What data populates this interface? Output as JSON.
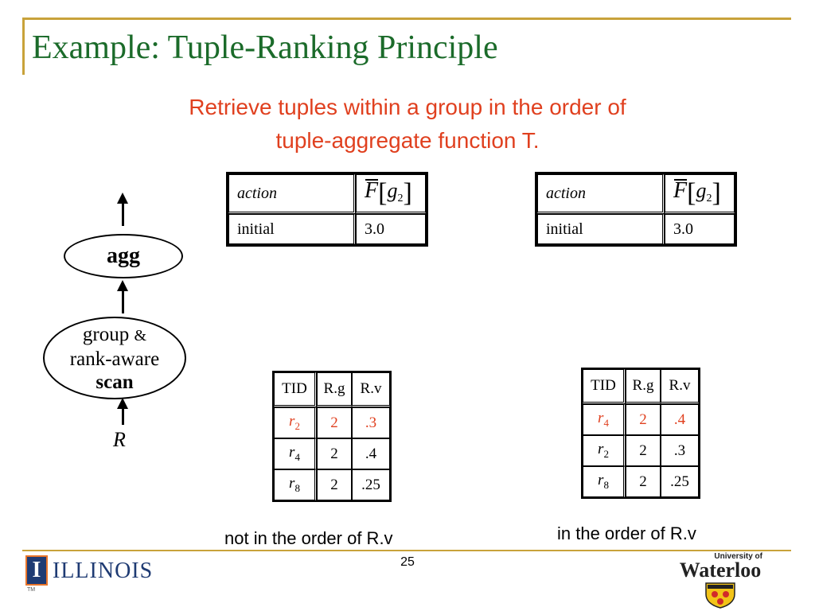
{
  "slide": {
    "title": "Example: Tuple-Ranking Principle",
    "subtitle_line1": "Retrieve tuples within a group in the order of",
    "subtitle_line2": "tuple-aggregate function T.",
    "page_number": "25"
  },
  "operator_tree": {
    "agg_label": "agg",
    "scan_line1": "group",
    "scan_amp": "&",
    "scan_line2": "rank-aware",
    "scan_line3": "scan",
    "input_label": "R"
  },
  "left": {
    "action_header": "action",
    "f_symbol": "F",
    "g_symbol": "g",
    "g_sub": "2",
    "action_value": "initial",
    "f_value": "3.0",
    "tuple_headers": [
      "TID",
      "R.g",
      "R.v"
    ],
    "rows": [
      {
        "tid": "r",
        "sub": "2",
        "g": "2",
        "v": ".3"
      },
      {
        "tid": "r",
        "sub": "4",
        "g": "2",
        "v": ".4"
      },
      {
        "tid": "r",
        "sub": "8",
        "g": "2",
        "v": ".25"
      }
    ],
    "caption": "not in the order of R.v"
  },
  "right": {
    "action_header": "action",
    "f_symbol": "F",
    "g_symbol": "g",
    "g_sub": "2",
    "action_value": "initial",
    "f_value": "3.0",
    "tuple_headers": [
      "TID",
      "R.g",
      "R.v"
    ],
    "rows": [
      {
        "tid": "r",
        "sub": "4",
        "g": "2",
        "v": ".4"
      },
      {
        "tid": "r",
        "sub": "2",
        "g": "2",
        "v": ".3"
      },
      {
        "tid": "r",
        "sub": "8",
        "g": "2",
        "v": ".25"
      }
    ],
    "caption": "in the order of R.v"
  },
  "logos": {
    "illinois_text": "ILLINOIS",
    "illinois_mark": "I",
    "illinois_tm": "TM",
    "waterloo_top": "University of",
    "waterloo_name": "Waterloo"
  },
  "colors": {
    "title": "#1b6b2a",
    "accent": "#e0401f",
    "rule": "#c8a23a",
    "illinois_blue": "#1f3b73",
    "illinois_orange": "#e8742a",
    "waterloo_gold": "#f2c318"
  }
}
